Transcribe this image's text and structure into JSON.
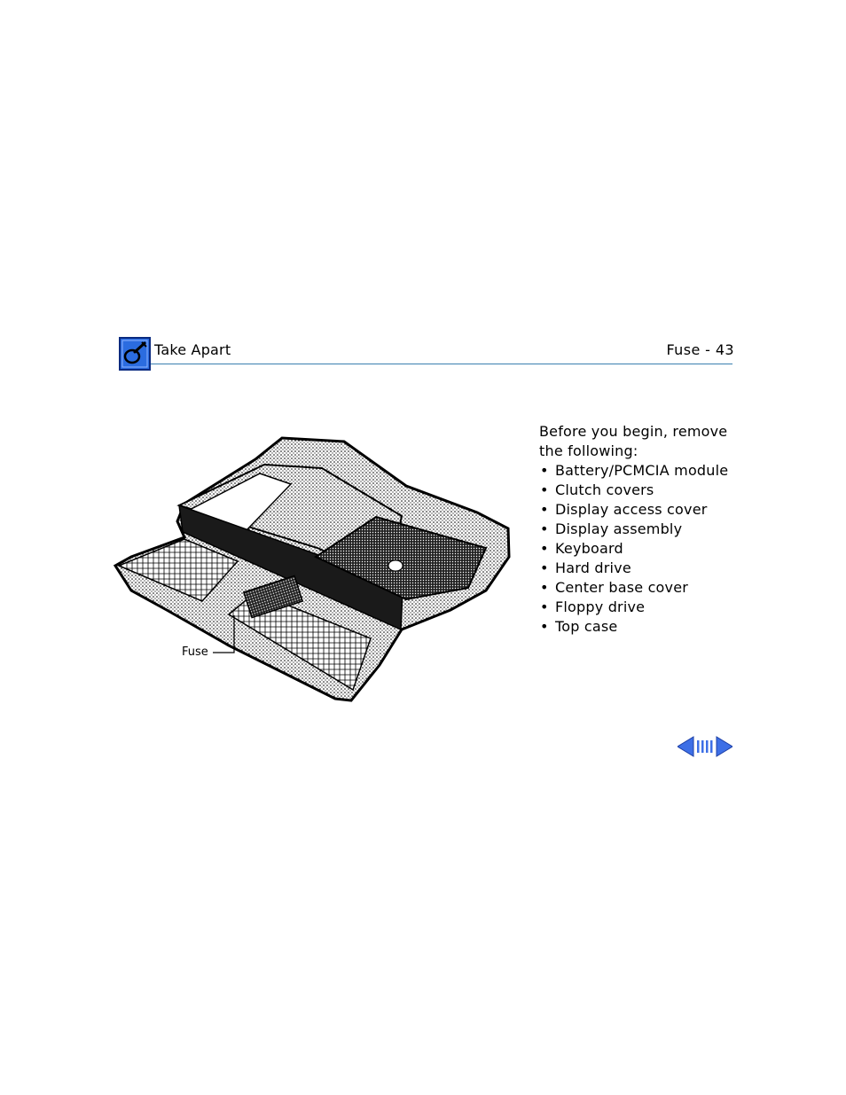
{
  "header": {
    "section_title": "Take Apart",
    "page_label": "Fuse - 43",
    "logo_icon": "apple-service-icon",
    "accent_color": "#2b6ce0"
  },
  "figure": {
    "callout_label": "Fuse"
  },
  "instructions": {
    "intro": "Before you begin, remove the following:",
    "items": [
      "Battery/PCMCIA module",
      "Clutch covers",
      "Display access cover",
      "Display assembly",
      "Keyboard",
      "Hard drive",
      "Center base cover",
      "Floppy drive",
      "Top case"
    ]
  },
  "navigation": {
    "prev_icon": "left-arrow-icon",
    "browse_icon": "browse-bars-icon",
    "next_icon": "right-arrow-icon",
    "color": "#3d6fe6"
  }
}
